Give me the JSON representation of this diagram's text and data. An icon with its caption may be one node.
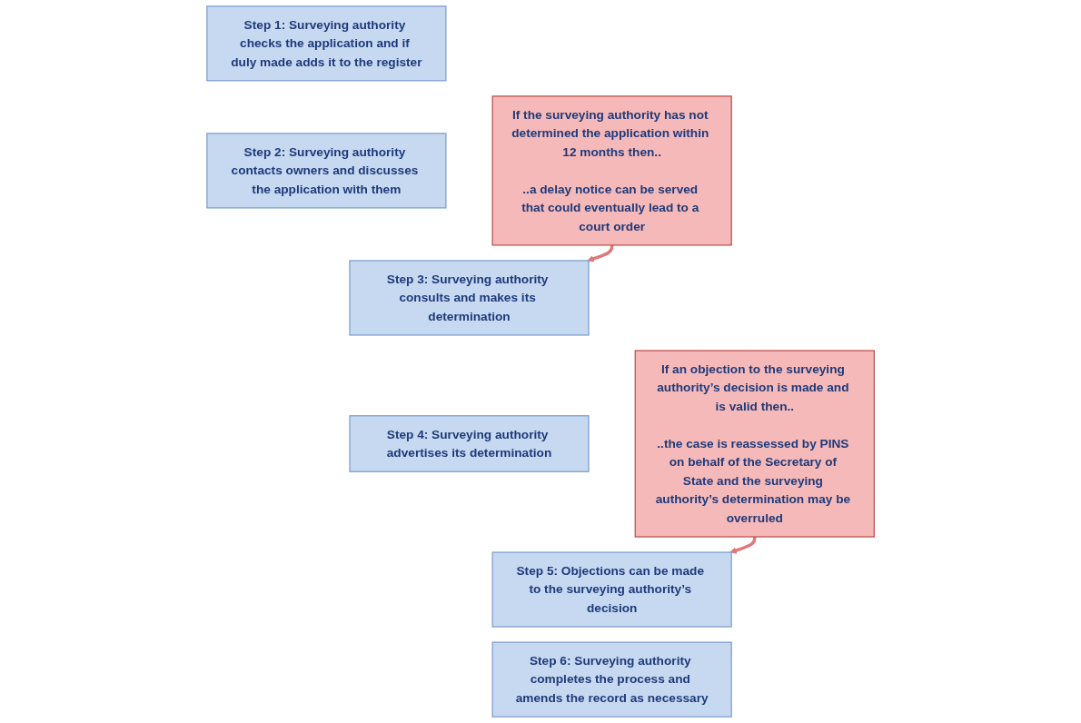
{
  "diagram": {
    "nodes": [
      {
        "text": [
          "Step 1: Surveying authority checks the application and if duly made adds it to the register"
        ]
      },
      {
        "text": [
          "Step 2: Surveying authority contacts owners and discusses the application with them"
        ]
      },
      {
        "text": [
          "Step 3: Surveying authority consults and makes its determination"
        ]
      },
      {
        "text": [
          "Step 4: Surveying authority advertises its determination"
        ]
      },
      {
        "text": [
          "Step 5: Objections can be made to the surveying authority’s decision"
        ]
      },
      {
        "text": [
          "Step 6: Surveying authority completes the process and amends the record as necessary"
        ]
      },
      {
        "text": [
          "If the surveying authority has not determined the application within 12 months then..",
          "..a delay notice can be served that could eventually lead to a court order"
        ]
      },
      {
        "text": [
          "If an objection to the surveying authority’s decision is made and is valid then..",
          "..the case is reassessed by PINS on behalf of the Secretary of State and the surveying authority’s determination may be overruled"
        ]
      }
    ],
    "edges": [
      {
        "from": 6,
        "to": 2,
        "arrow": "to"
      },
      {
        "from": 7,
        "to": 4,
        "arrow": "to"
      }
    ]
  }
}
